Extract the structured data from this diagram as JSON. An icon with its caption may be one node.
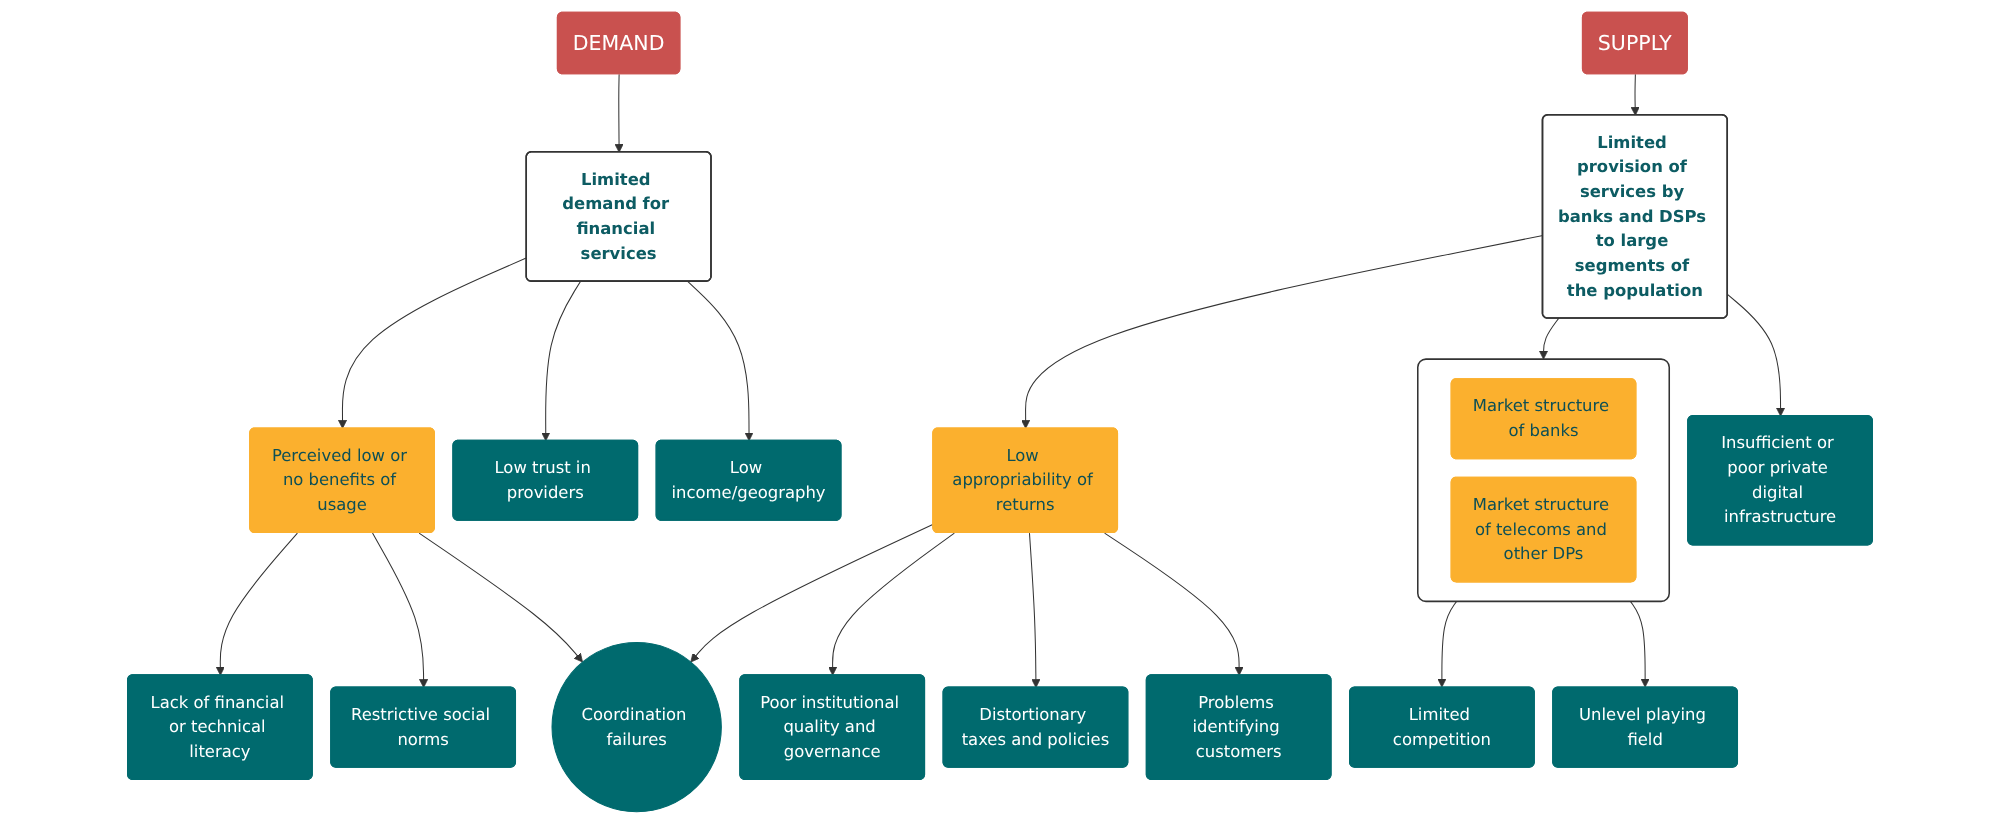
{
  "diagram": {
    "nodes": [
      {
        "text": [
          "SUPPLY"
        ]
      },
      {
        "text": [
          "DEMAND"
        ]
      },
      {
        "text": [
          "Limited provision of services by banks and DSPs to large segments of the population"
        ]
      },
      {
        "text": [
          "Limited demand for financial services"
        ]
      },
      {
        "text": [],
        "shape": "box"
      },
      {
        "text": [
          "Market structure of banks"
        ],
        "in": 4
      },
      {
        "text": [
          "Market structure of telecoms and other DPs"
        ],
        "in": 4
      },
      {
        "text": [
          "Insufficient or poor private digital infrastructure"
        ]
      },
      {
        "text": [
          "Low appropriability of returns"
        ]
      },
      {
        "text": [
          "Perceived low or no benefits of usage"
        ]
      },
      {
        "text": [
          "Low income/geography"
        ]
      },
      {
        "text": [
          "Low trust in providers"
        ]
      },
      {
        "text": [
          "Limited competition"
        ]
      },
      {
        "text": [
          "Unlevel playing field"
        ]
      },
      {
        "text": [
          "Poor institutional quality and governance"
        ]
      },
      {
        "text": [
          "Distortionary taxes and policies"
        ]
      },
      {
        "text": [
          "Problems identifying customers"
        ]
      },
      {
        "text": [
          "Coordination failures"
        ]
      },
      {
        "text": [
          "Lack of financial or technical literacy"
        ]
      },
      {
        "text": [
          "Restrictive social norms"
        ]
      }
    ],
    "edges": [
      {
        "from": 0,
        "to": 2,
        "arrow": "to"
      },
      {
        "from": 1,
        "to": 3,
        "arrow": "to"
      },
      {
        "from": 2,
        "to": 4,
        "arrow": "to"
      },
      {
        "from": 2,
        "to": 7,
        "arrow": "to"
      },
      {
        "from": 2,
        "to": 8,
        "arrow": "to"
      },
      {
        "from": 3,
        "to": 9,
        "arrow": "to"
      },
      {
        "from": 3,
        "to": 10,
        "arrow": "to"
      },
      {
        "from": 3,
        "to": 11,
        "arrow": "to"
      },
      {
        "from": 4,
        "to": 12,
        "arrow": "to"
      },
      {
        "from": 4,
        "to": 13,
        "arrow": "to"
      },
      {
        "from": 8,
        "to": 14,
        "arrow": "to"
      },
      {
        "from": 8,
        "to": 15,
        "arrow": "to"
      },
      {
        "from": 8,
        "to": 16,
        "arrow": "to"
      },
      {
        "from": 8,
        "to": 17,
        "arrow": "to"
      },
      {
        "from": 9,
        "to": 17,
        "arrow": "to"
      },
      {
        "from": 9,
        "to": 18,
        "arrow": "to"
      },
      {
        "from": 9,
        "to": 19,
        "arrow": "to"
      }
    ]
  }
}
